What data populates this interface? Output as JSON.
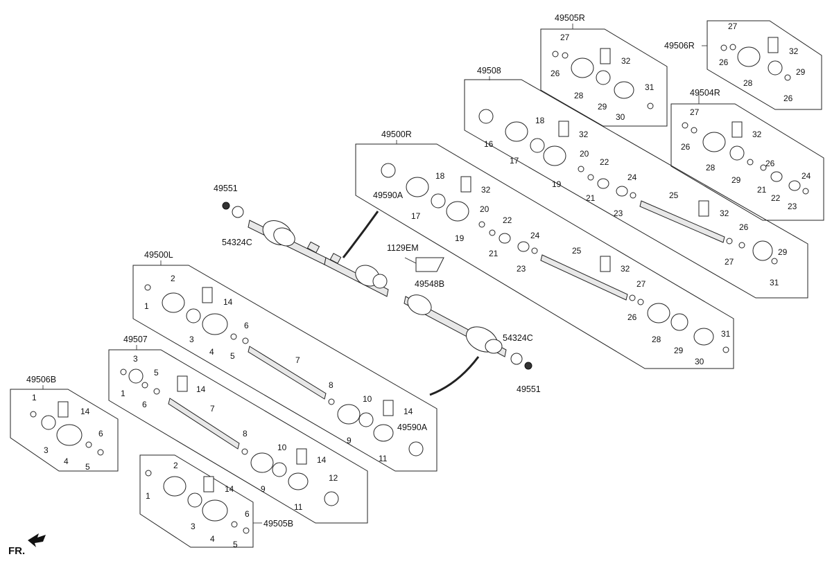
{
  "groups": {
    "g49505R": "49505R",
    "g49506R": "49506R",
    "g49504R": "49504R",
    "g49508": "49508",
    "g49500R": "49500R",
    "g49500L": "49500L",
    "g49507": "49507",
    "g49506B": "49506B",
    "g49505B": "49505B",
    "g49551a": "49551",
    "g49551b": "49551",
    "g54324Ca": "54324C",
    "g54324Cb": "54324C",
    "g1129EM": "1129EM",
    "g49548B": "49548B",
    "g49590Aa": "49590A",
    "g49590Ab": "49590A"
  },
  "labels": {
    "n1": "1",
    "n2": "2",
    "n3": "3",
    "n4": "4",
    "n5": "5",
    "n6": "6",
    "n7": "7",
    "n8": "8",
    "n9": "9",
    "n10": "10",
    "n11": "11",
    "n12": "12",
    "n14": "14",
    "n16": "16",
    "n17": "17",
    "n18": "18",
    "n19": "19",
    "n20": "20",
    "n21": "21",
    "n22": "22",
    "n23": "23",
    "n24": "24",
    "n25": "25",
    "n26": "26",
    "n27": "27",
    "n28": "28",
    "n29": "29",
    "n30": "30",
    "n31": "31",
    "n32": "32"
  },
  "footer": {
    "fr": "FR."
  }
}
